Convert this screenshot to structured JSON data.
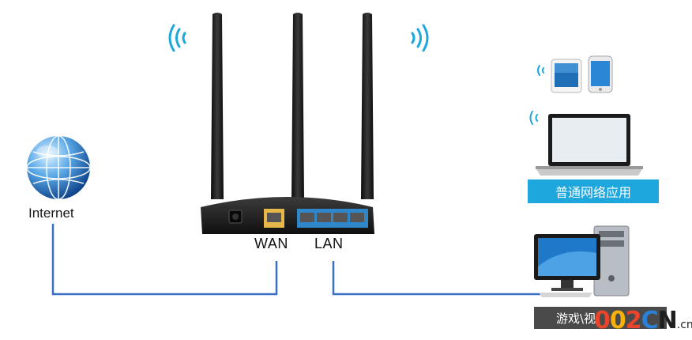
{
  "labels": {
    "internet": "Internet",
    "wan": "WAN",
    "lan": "LAN"
  },
  "devices": {
    "general_use_label": "普通网络应用",
    "gaming_label": "游戏\\视"
  },
  "watermark": {
    "part1": "0",
    "part2": "0",
    "part3": "2",
    "part4": "C",
    "part5": "N",
    "domain": ".cn"
  },
  "colors": {
    "cable": "#3a6fc4",
    "wifi": "#1ea7dc",
    "banner_blue": "#1ea7dc",
    "banner_dark": "#4a4a4a",
    "router_body": "#1c1c1c",
    "wan_port": "#e6b84a",
    "lan_ports": "#2f86c9"
  },
  "icons": [
    "globe-icon",
    "router-icon",
    "tablet-icon",
    "phone-icon",
    "laptop-icon",
    "desktop-computer-icon",
    "wifi-signal-icon"
  ]
}
